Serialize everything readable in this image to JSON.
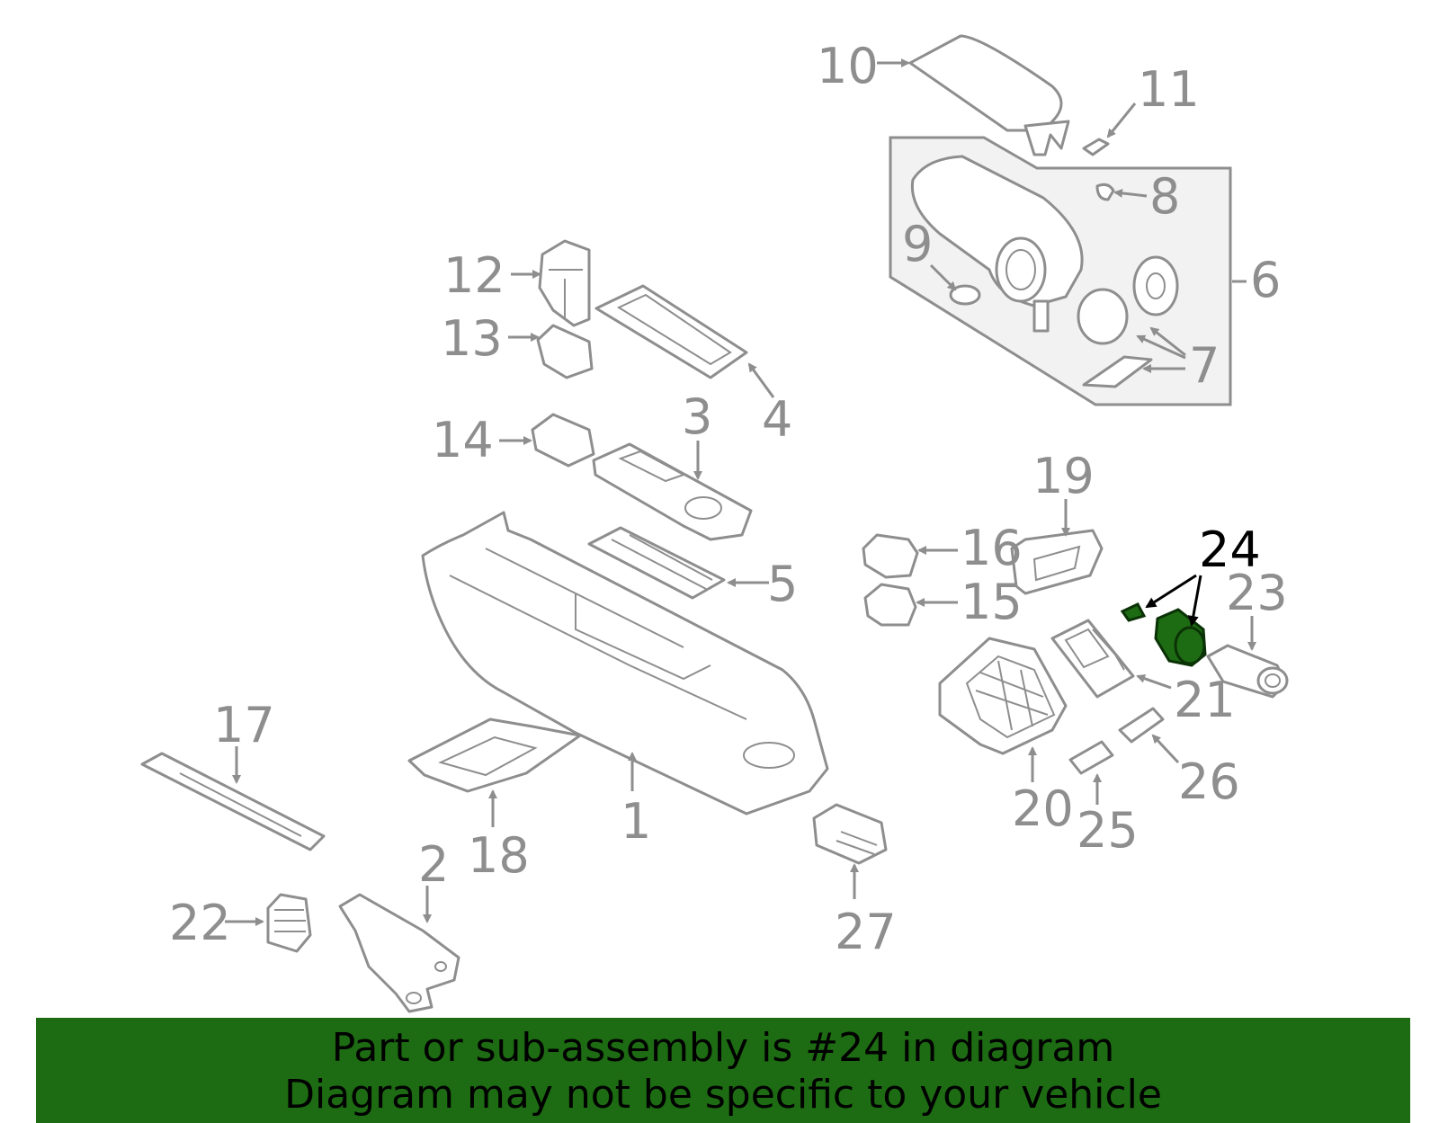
{
  "diagram": {
    "callouts": [
      "10",
      "11",
      "8",
      "9",
      "6",
      "7",
      "12",
      "13",
      "4",
      "3",
      "14",
      "5",
      "19",
      "16",
      "15",
      "24",
      "23",
      "21",
      "20",
      "25",
      "26",
      "1",
      "17",
      "18",
      "2",
      "22",
      "27"
    ],
    "highlighted_part": "24"
  },
  "colors": {
    "line_gray": "#8e8e8e",
    "highlight_green": "#1d6b12",
    "banner_green": "#1d6b12"
  },
  "banner": {
    "line1": "Part or sub-assembly is #24 in diagram",
    "line2": "Diagram may not be specific to your vehicle"
  }
}
